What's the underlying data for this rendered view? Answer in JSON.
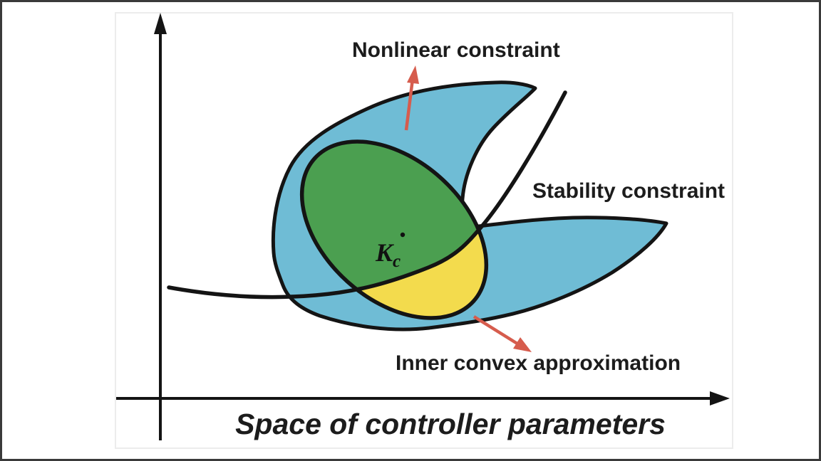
{
  "figure": {
    "caption": "Space of controller parameters",
    "labels": {
      "nonlinear_constraint": "Nonlinear constraint",
      "stability_constraint": "Stability constraint",
      "inner_convex_approximation": "Inner convex approximation",
      "candidate_point_main": "K",
      "candidate_point_sub": "c"
    },
    "regions": [
      {
        "name": "nonlinear-constraint-region",
        "color_key": "nonlinear_region"
      },
      {
        "name": "feasible-intersection-region",
        "color_key": "intersection_region"
      },
      {
        "name": "inner-convex-approximation-region",
        "color_key": "inner_approx_region"
      }
    ]
  },
  "colors": {
    "nonlinear_region": "#6FBCD5",
    "intersection_region": "#4B9F50",
    "inner_approx_region": "#F3DB4D",
    "annotation_arrow": "#D65C4D",
    "ink": "#141414"
  }
}
